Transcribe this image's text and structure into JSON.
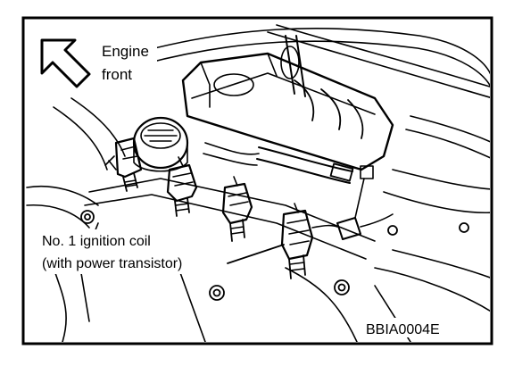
{
  "figure": {
    "direction_label_line1": "Engine",
    "direction_label_line2": "front",
    "callout_line1": "No. 1 ignition coil",
    "callout_line2": "(with power transistor)",
    "figure_code": "BBIA0004E",
    "direction_arrow_icon": "outline-arrow-up-left-icon"
  }
}
